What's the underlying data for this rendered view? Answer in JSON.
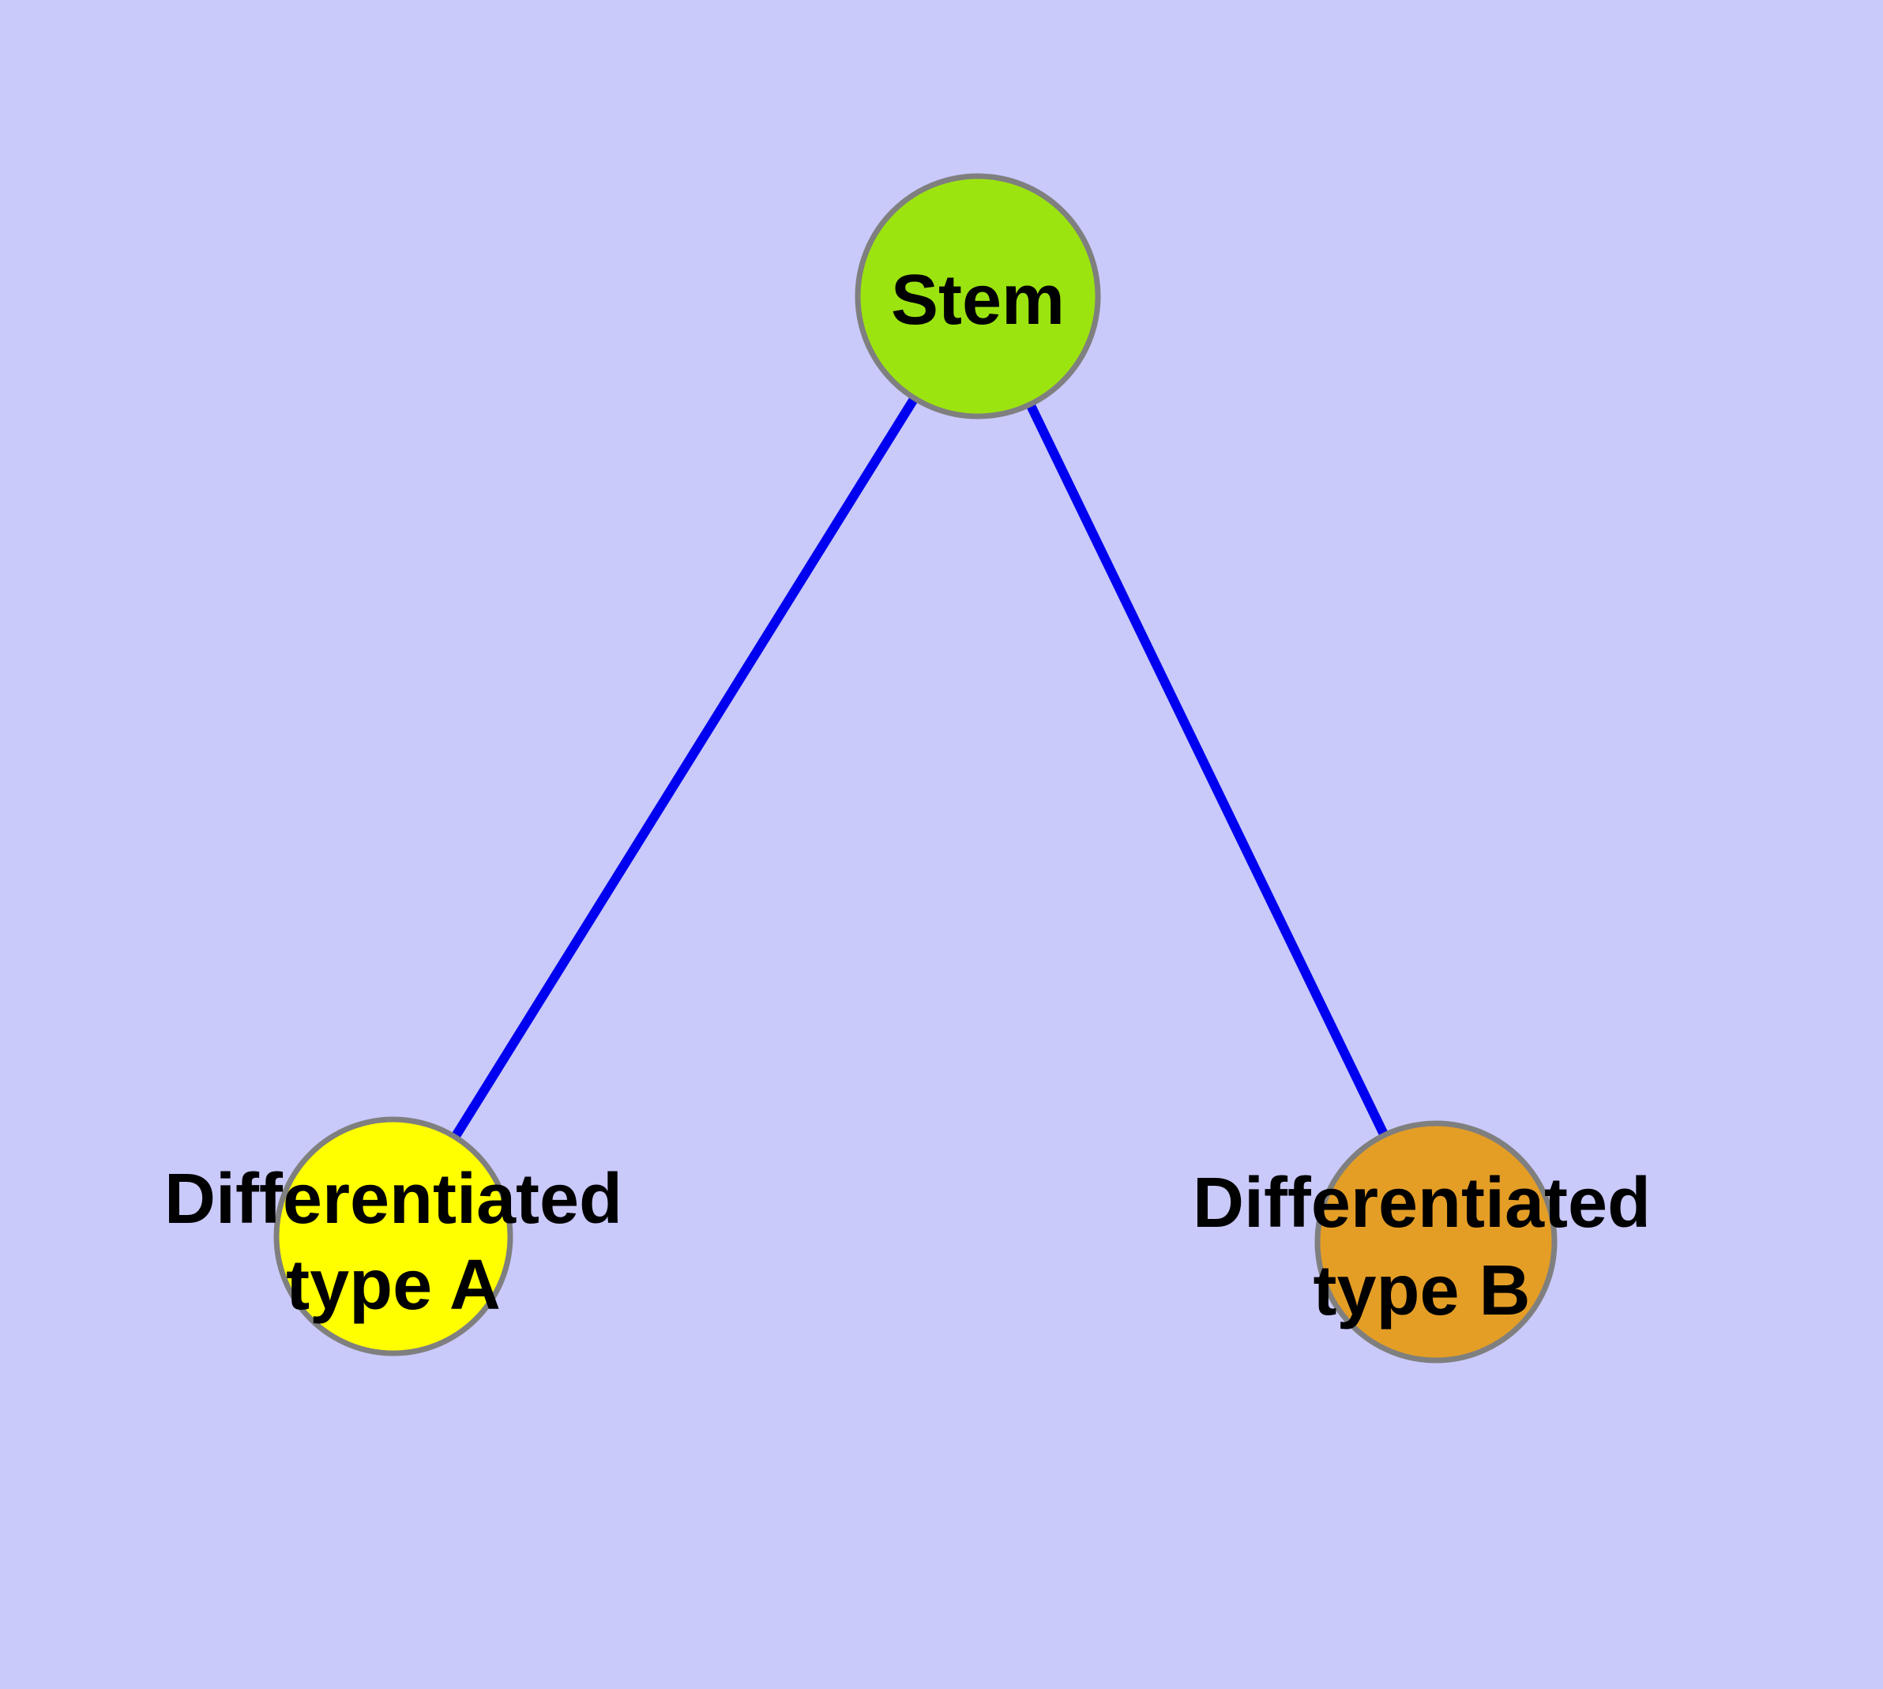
{
  "diagram": {
    "background_color": "#C9C9FA",
    "edge_color": "#0000F0",
    "node_border_color": "#7F7F7F",
    "text_color": "#000000",
    "nodes": {
      "stem": {
        "label": "Stem",
        "fill_color": "#9CE410"
      },
      "type_a": {
        "label_line1": "Differentiated",
        "label_line2": "type A",
        "fill_color": "#FFFF00"
      },
      "type_b": {
        "label_line1": "Differentiated",
        "label_line2": "type B",
        "fill_color": "#E49E26"
      }
    },
    "edges": [
      {
        "from": "Stem",
        "to": "Differentiated type A"
      },
      {
        "from": "Stem",
        "to": "Differentiated type B"
      }
    ]
  }
}
